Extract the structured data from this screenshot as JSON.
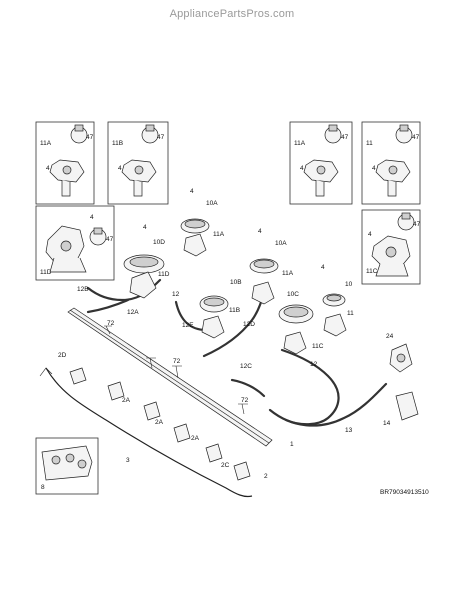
{
  "watermark": "AppliancePartsPros.com",
  "diagram_code": "BR79034913510",
  "callouts": {
    "box_11A_left": [
      "11A",
      "4",
      "47"
    ],
    "box_11B": [
      "11B",
      "4",
      "47"
    ],
    "box_11A_right": [
      "11A",
      "4",
      "47"
    ],
    "box_11": [
      "11",
      "4",
      "47"
    ],
    "box_11D": [
      "11D",
      "4",
      "47"
    ],
    "box_11C": [
      "11C",
      "4",
      "47"
    ],
    "box_8": [
      "8"
    ],
    "main": {
      "c1": "4",
      "c2": "10A",
      "c3": "11A",
      "c4": "4",
      "c5": "10D",
      "c6": "11D",
      "c7": "4",
      "c8": "10A",
      "c9": "11A",
      "c10": "4",
      "c11": "10",
      "c12": "12B",
      "c13": "12",
      "c14": "12A",
      "c15": "10B",
      "c16": "11B",
      "c17": "10C",
      "c18": "11",
      "c19": "72",
      "c20": "12E",
      "c21": "12D",
      "c22": "11C",
      "c23": "24",
      "c24": "2D",
      "c25": "72",
      "c26": "12C",
      "c27": "12",
      "c28": "2A",
      "c29": "72",
      "c30": "2A",
      "c31": "2A",
      "c32": "1",
      "c33": "13",
      "c34": "14",
      "c35": "3",
      "c36": "2C",
      "c37": "2"
    }
  }
}
